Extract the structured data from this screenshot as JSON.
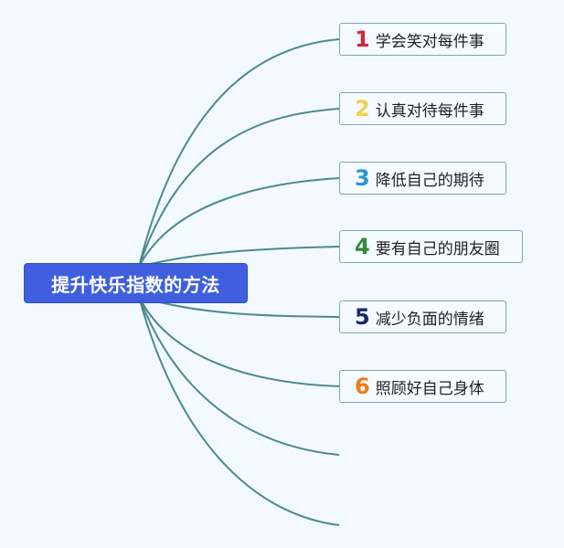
{
  "root": {
    "label": "提升快乐指数的方法",
    "bg_color": "#3f5fe0"
  },
  "line_color": "#4c8a8c",
  "branches": [
    {
      "number": "1",
      "label": "学会笑对每件事",
      "number_color": "#d7263d"
    },
    {
      "number": "2",
      "label": "认真对待每件事",
      "number_color": "#f2d14e"
    },
    {
      "number": "3",
      "label": "降低自己的期待",
      "number_color": "#2a93d5"
    },
    {
      "number": "4",
      "label": "要有自己的朋友圈",
      "number_color": "#2e8b3e"
    },
    {
      "number": "5",
      "label": "减少负面的情绪",
      "number_color": "#1b2a6b"
    },
    {
      "number": "6",
      "label": "照顾好自己身体",
      "number_color": "#f07a1a"
    }
  ]
}
